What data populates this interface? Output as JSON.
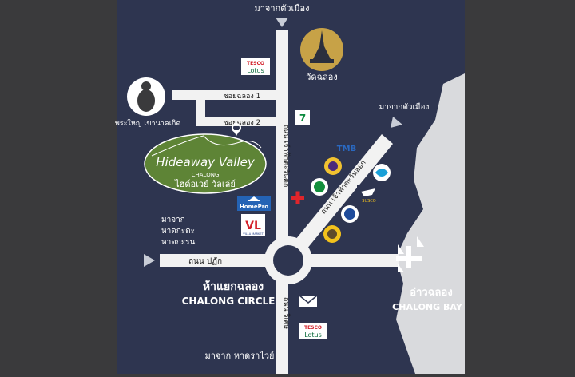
{
  "labels": {
    "from_city_top": "มาจากตัวเมือง",
    "temple": "วัดฉลอง",
    "soi_1": "ซอยฉลอง 1",
    "soi_2": "ซอยฉลอง 2",
    "monk_statue": "พระใหญ่ เขานาคเกิด",
    "road_chao_fa_vertical": "ถนน เจ้าฟ้าตะวันตก",
    "from_city_right": "มาจากตัวเมือง",
    "road_chao_fa_east": "ถนน เจ้าฟ้าตะวันออก",
    "from_beaches": [
      "มาจาก",
      "หาดกะตะ",
      "หาดกะรน"
    ],
    "road_patak": "ถนน ปฏัก",
    "circle_th": "ห้าแยกฉลอง",
    "circle_en": "CHALONG CIRCLE",
    "road_wiset": "ถนน วิเศษ",
    "from_rawai": "มาจาก หาดราไวย์",
    "bay_th": "อ่าวฉลอง",
    "bay_en": "CHALONG BAY"
  },
  "logo": {
    "line1": "Hideaway Valley",
    "line2": "CHALONG",
    "line3": "ไฮด์อเวย์ วัลเล่ย์"
  },
  "brands": {
    "tesco_top": "TESCO",
    "lotus": "Lotus",
    "seven_eleven": "7",
    "tmb": "TMB",
    "homepro": "HomePro",
    "villa": "VL",
    "villa_sub": "VILLA MARKET",
    "susco": "SUSCO",
    "tesco_bottom": "TESCO"
  },
  "colors": {
    "background": "#2e3550",
    "road": "#f2f2f2",
    "sea": "#d9dadd",
    "logo_green": "#5e8436",
    "temple_gold": "#c7a247",
    "hospital_red": "#e0252b"
  }
}
